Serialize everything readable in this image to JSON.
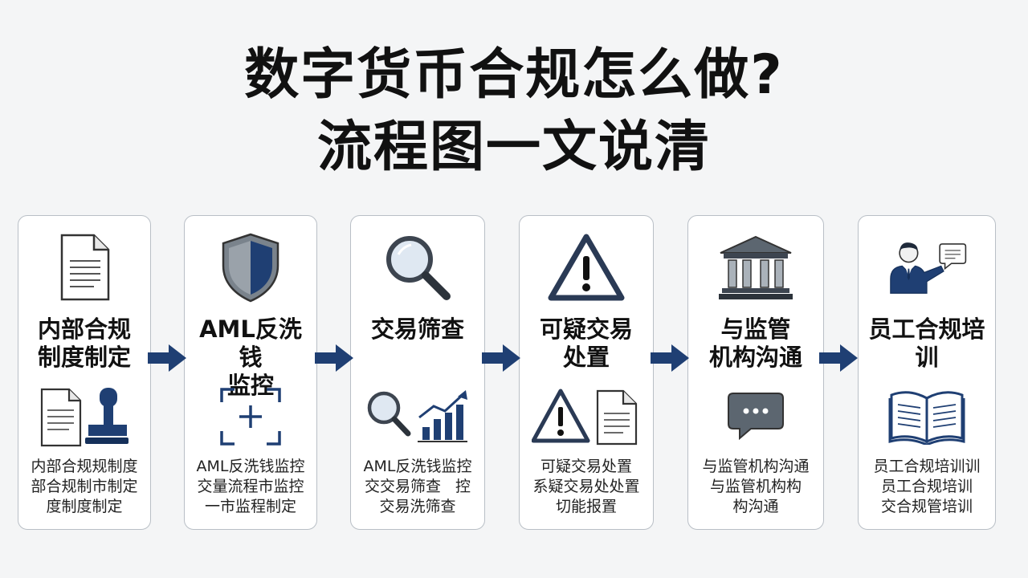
{
  "title": {
    "line1": "数字货币合规怎么做?",
    "line2": "流程图一文说清"
  },
  "colors": {
    "navy": "#1f3f73",
    "grey": "#5c6670",
    "border": "#b9bfc6"
  },
  "steps": [
    {
      "heading": [
        "内部合规",
        "制度制定"
      ],
      "icon_top": "document-icon",
      "icon_bottom": "document-stamp-icon",
      "desc": [
        "内部合规规制度",
        "部合规制市制定",
        "度制度制定"
      ]
    },
    {
      "heading": [
        "AML反洗钱",
        "监控"
      ],
      "icon_top": "shield-icon",
      "icon_bottom": "scan-frame-icon",
      "desc": [
        "AML反洗钱监控",
        "交量流程市监控",
        "一市监程制定"
      ]
    },
    {
      "heading": [
        "交易筛查"
      ],
      "icon_top": "magnifier-icon",
      "icon_bottom": "magnifier-chart-icon",
      "desc": [
        "AML反洗钱监控",
        "交交易筛查   控",
        "交易洗筛查"
      ]
    },
    {
      "heading": [
        "可疑交易",
        "处置"
      ],
      "icon_top": "warning-icon",
      "icon_bottom": "warning-document-icon",
      "desc": [
        "可疑交易处置",
        "系疑交易处处置",
        "切能报置"
      ]
    },
    {
      "heading": [
        "与监管",
        "机构沟通"
      ],
      "icon_top": "institution-building-icon",
      "icon_bottom": "chat-bubble-icon",
      "desc": [
        "与监管机构沟通",
        "与监管机构构",
        "构沟通"
      ]
    },
    {
      "heading": [
        "员工合规培",
        "训"
      ],
      "icon_top": "presenter-icon",
      "icon_bottom": "open-book-icon",
      "desc": [
        "员工合规培训训",
        "员工合规培训",
        "交合规管培训"
      ]
    }
  ]
}
